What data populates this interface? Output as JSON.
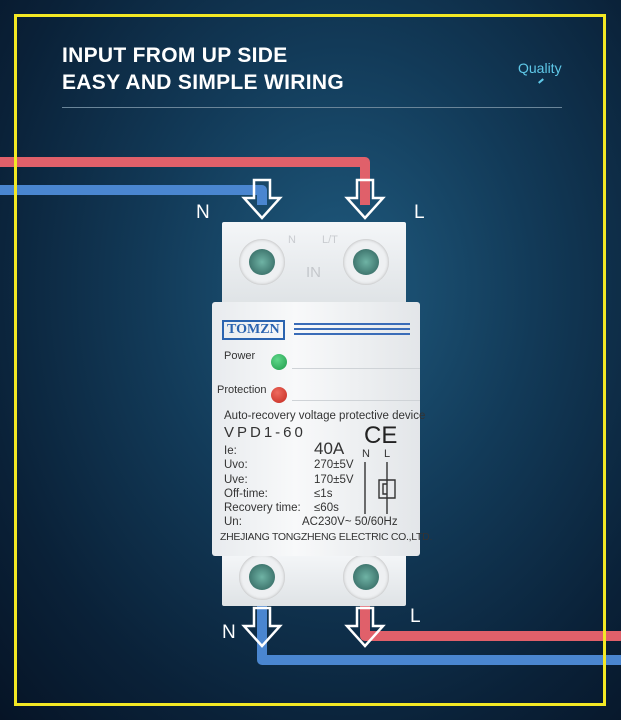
{
  "header": {
    "line1": "INPUT FROM UP SIDE",
    "line2": "EASY AND SIMPLE WIRING",
    "badge": "Quality"
  },
  "wire_labels": {
    "top_n": "N",
    "top_l": "L",
    "bottom_n": "N",
    "bottom_l": "L"
  },
  "device": {
    "brand": "TOMZN",
    "terminal_top": {
      "n": "N",
      "l": "L/T",
      "in": "IN"
    },
    "indicators": [
      {
        "label": "Power",
        "color": "#1f9a4a"
      },
      {
        "label": "Protection",
        "color": "#c42a20"
      }
    ],
    "description": "Auto-recovery voltage protective device",
    "model": "VPD1-60",
    "mark": "CE",
    "specs": [
      {
        "name": "Ie:",
        "value": "40A"
      },
      {
        "name": "Uvo:",
        "value": "270±5V"
      },
      {
        "name": "Uve:",
        "value": "170±5V"
      },
      {
        "name": "Off-time:",
        "value": "≤1s"
      },
      {
        "name": "Recovery time:",
        "value": "≤60s"
      },
      {
        "name": "Un:",
        "value": "AC230V~ 50/60Hz"
      }
    ],
    "diagram": {
      "n": "N",
      "l": "L"
    },
    "manufacturer": "ZHEJIANG TONGZHENG ELECTRIC CO.,LTD."
  },
  "colors": {
    "frame": "#f3e824",
    "live_wire": "#e0606a",
    "neutral_wire": "#4a86d0"
  }
}
